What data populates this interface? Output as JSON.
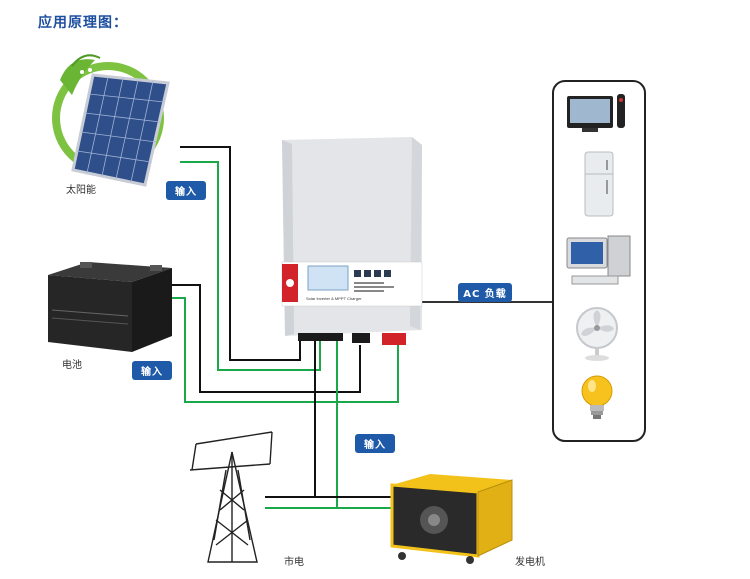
{
  "title": "应用原理图：",
  "inverter": {
    "label": "Solar Inverter & MPPT Charger"
  },
  "devices": {
    "solar": "太阳能",
    "battery": "电池",
    "grid": "市电",
    "generator": "发电机"
  },
  "badges": {
    "solar_input": "输入",
    "battery_input": "输入",
    "grid_input": "输入",
    "ac_load": "AC 负载"
  },
  "load_icons": [
    "tv-icon",
    "fridge-icon",
    "computer-icon",
    "fan-icon",
    "lightbulb-icon"
  ],
  "colors": {
    "badge": "#1f5aa8",
    "wire_green": "#1aa84a",
    "wire_black": "#111111",
    "inverter_red": "#d3232a",
    "title": "#1f4fa0"
  }
}
